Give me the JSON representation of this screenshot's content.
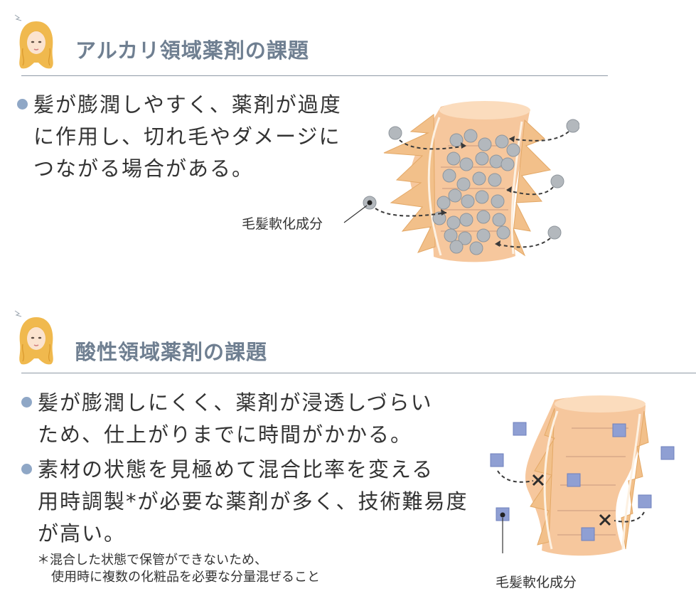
{
  "section1": {
    "title": "アルカリ領域薬剤の課題",
    "bullets": [
      {
        "lines": [
          "髪が膨潤しやすく、薬剤が過度",
          "に作用し、切れ毛やダメージに",
          "つながる場合がある。"
        ]
      }
    ],
    "diagram_label": "毛髪軟化成分"
  },
  "section2": {
    "title": "酸性領域薬剤の課題",
    "bullets": [
      {
        "lines": [
          "髪が膨潤しにくく、薬剤が浸透しづらい",
          "ため、仕上がりまでに時間がかかる。"
        ]
      },
      {
        "lines": [
          "素材の状態を見極めて混合比率を変える",
          "用時調製*が必要な薬剤が多く、技術難易度",
          "が高い。"
        ]
      }
    ],
    "note_lines": [
      "＊混合した状態で保管ができないため、",
      "使用時に複数の化粧品を必要な分量混ぜること"
    ],
    "diagram_label": "毛髪軟化成分"
  },
  "colors": {
    "title": "#6f7f91",
    "bullet": "#8fa7c6",
    "hair_fill": "#f6c79d",
    "hair_strand": "#edb97e",
    "sphere": "#b3b8bd",
    "cube": "#8f9fd3"
  }
}
